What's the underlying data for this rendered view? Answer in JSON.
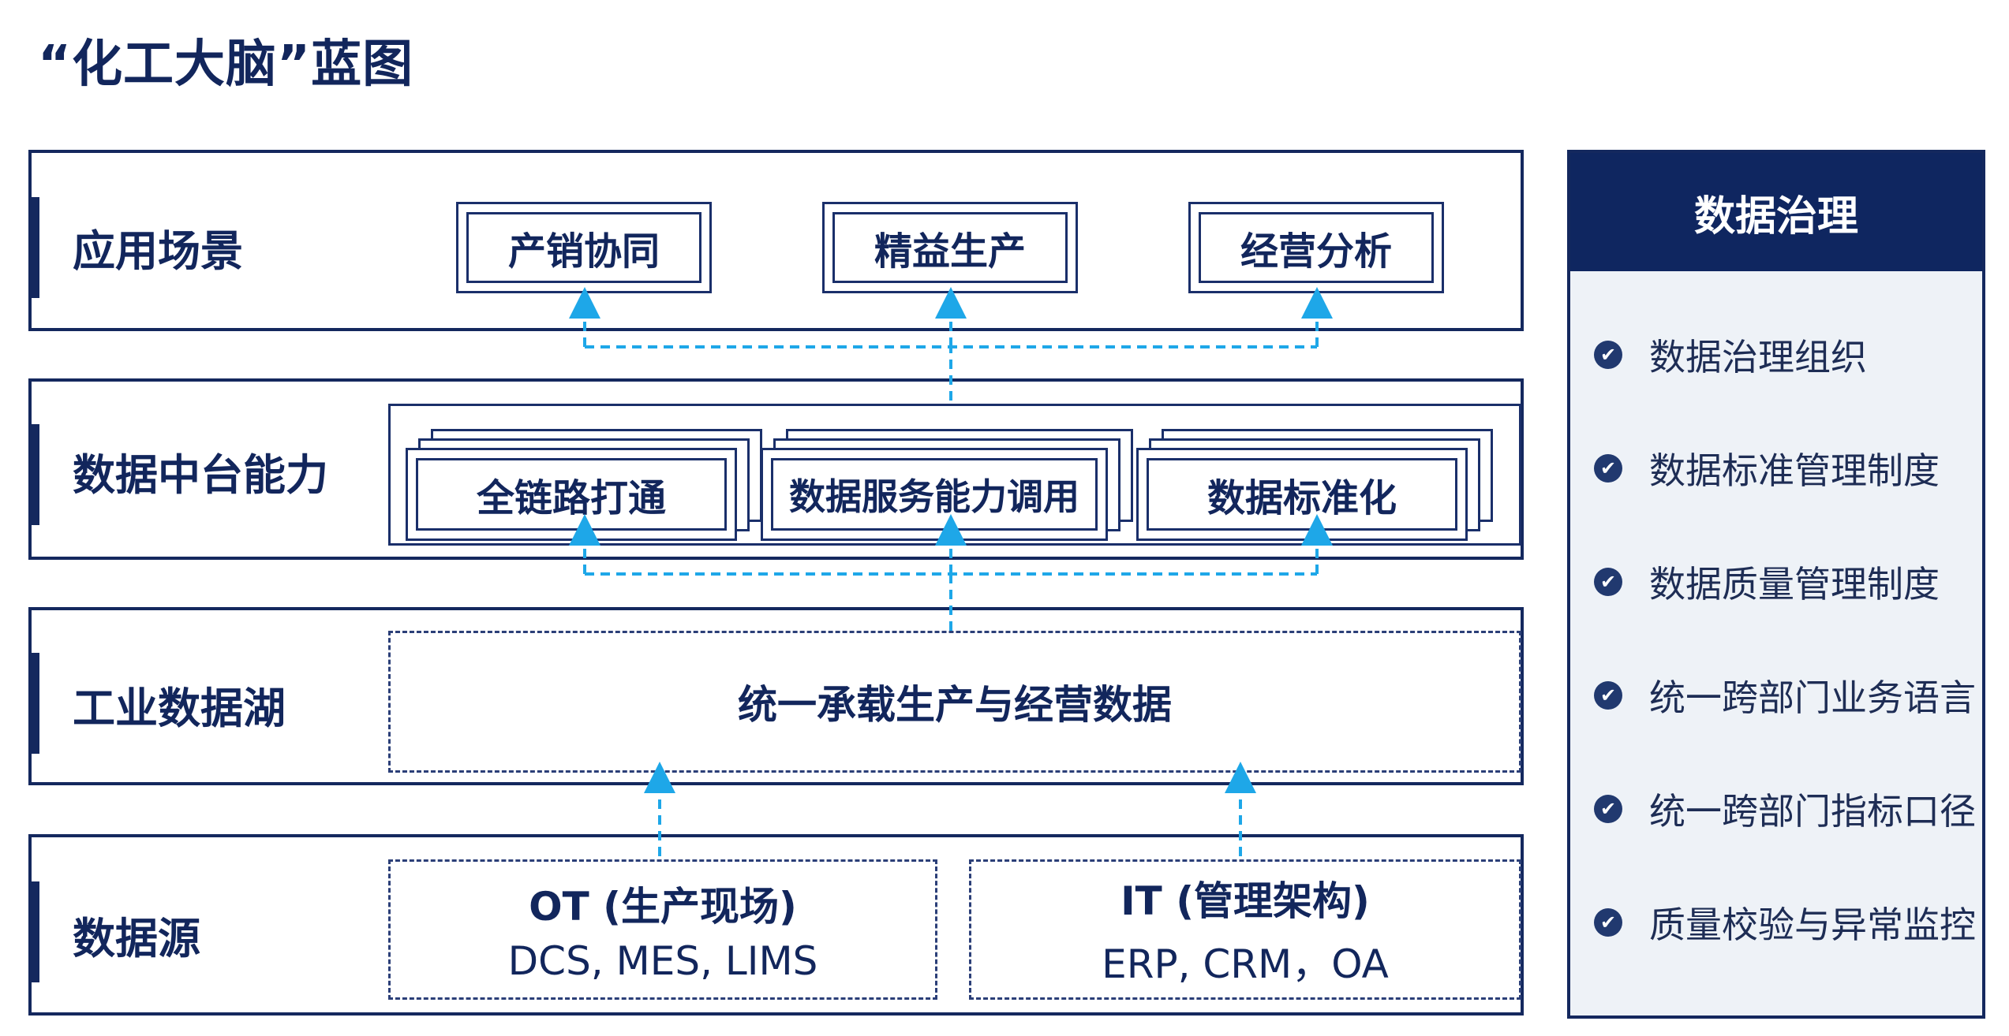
{
  "title": "“化工大脑”蓝图",
  "layers": {
    "application": {
      "label": "应用场景",
      "items": [
        "产销协同",
        "精益生产",
        "经营分析"
      ]
    },
    "middle": {
      "label": "数据中台能力",
      "items": [
        "全链路打通",
        "数据服务能力调用",
        "数据标准化"
      ]
    },
    "lake": {
      "label": "工业数据湖",
      "text": "统一承载生产与经营数据"
    },
    "source": {
      "label": "数据源",
      "ot": {
        "title": "OT (生产现场)",
        "detail": "DCS, MES, LIMS"
      },
      "it": {
        "title": "IT (管理架构)",
        "detail": "ERP, CRM，OA"
      }
    }
  },
  "governance": {
    "title": "数据治理",
    "items": [
      "数据治理组织",
      "数据标准管理制度",
      "数据质量管理制度",
      "统一跨部门业务语言",
      "统一跨部门指标口径",
      "质量校验与异常监控"
    ]
  },
  "colors": {
    "navy": "#14285e",
    "arrow": "#1ea7e8",
    "panel_bg": "#eef2f7"
  }
}
